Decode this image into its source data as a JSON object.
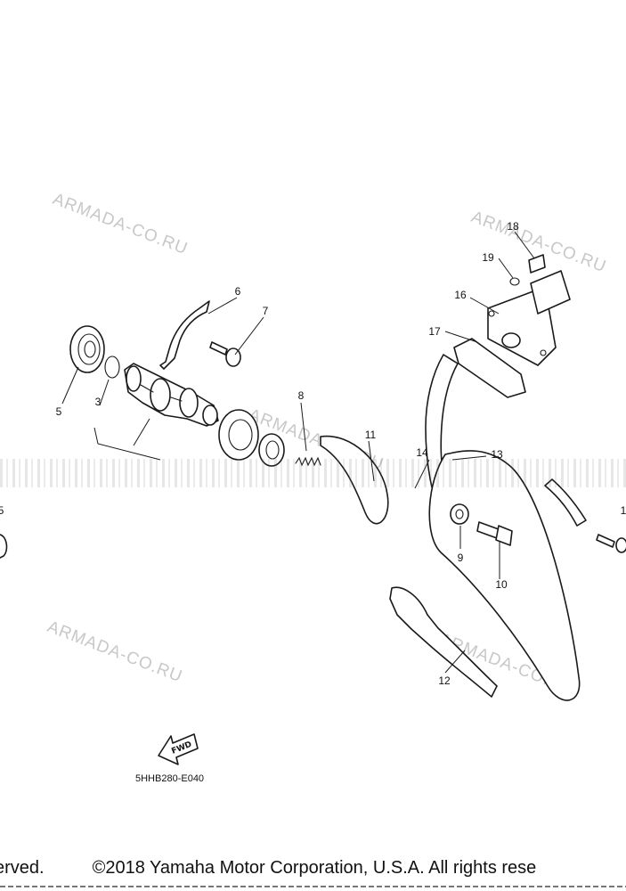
{
  "watermarks": [
    "ARMADA-CO.RU",
    "ARMADA-CO.RU",
    "ARMADA-CO.RU",
    "ARMADA-CO.RU",
    "ARMADA-CO.RU",
    "ARMADA-CO.RU"
  ],
  "callouts": [
    "1",
    "3",
    "5",
    "6",
    "7",
    "8",
    "9",
    "10",
    "11",
    "12",
    "13",
    "14",
    "15",
    "16",
    "17",
    "18",
    "19"
  ],
  "callout_partial": {
    "left_5": "5",
    "right_1": "1"
  },
  "diagram_code": "5HHB280-E040",
  "fwd_label": "FWD",
  "copyright": {
    "left": "erved.",
    "main": "©2018 Yamaha Motor Corporation, U.S.A. All rights rese"
  },
  "colors": {
    "line": "#1a1a1a",
    "watermark": "#c8c8c8",
    "background": "#ffffff"
  }
}
